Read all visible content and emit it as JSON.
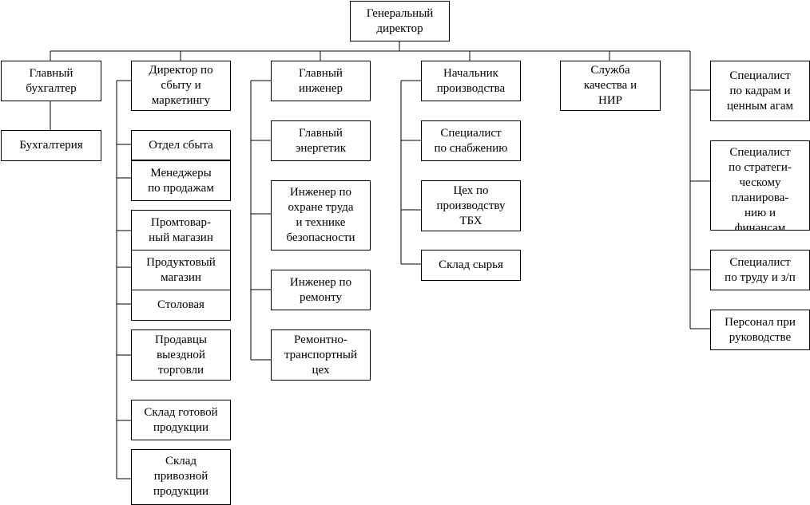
{
  "org": {
    "ceo": "Генеральный\nдиректор",
    "chief_accountant": "Главный\nбухгалтер",
    "accounting": "Бухгалтерия",
    "sales_director": "Директор по\nсбыту и\nмаркетингу",
    "sales_units": [
      "Отдел сбыта",
      "Менеджеры\nпо продажам",
      "Промтовар-\nный магазин",
      "Продуктовый\nмагазин",
      "Столовая",
      "Продавцы\nвыездной\nторговли",
      "Склад готовой\nпродукции",
      "Склад\nпривозной\nпродукции"
    ],
    "chief_engineer": "Главный\nинженер",
    "engineering_units": [
      "Главный\nэнергетик",
      "Инженер по\nохране труда\nи технике\nбезопасности",
      "Инженер по\nремонту",
      "Ремонтно-\nтранспортный\nцех"
    ],
    "production_head": "Начальник\nпроизводства",
    "production_units": [
      "Специалист\nпо снабжению",
      "Цех по\nпроизводству\nТБХ",
      "Склад сырья"
    ],
    "quality_service": "Служба\nкачества и\nНИР",
    "specialists": [
      "Специалист\nпо кадрам и\nценным агам",
      "Специалист\nпо стратеги-\nческому\nпланирова-\nнию и\nфинансам",
      "Специалист\nпо труду и з/п",
      "Персонал при\nруководстве"
    ]
  }
}
